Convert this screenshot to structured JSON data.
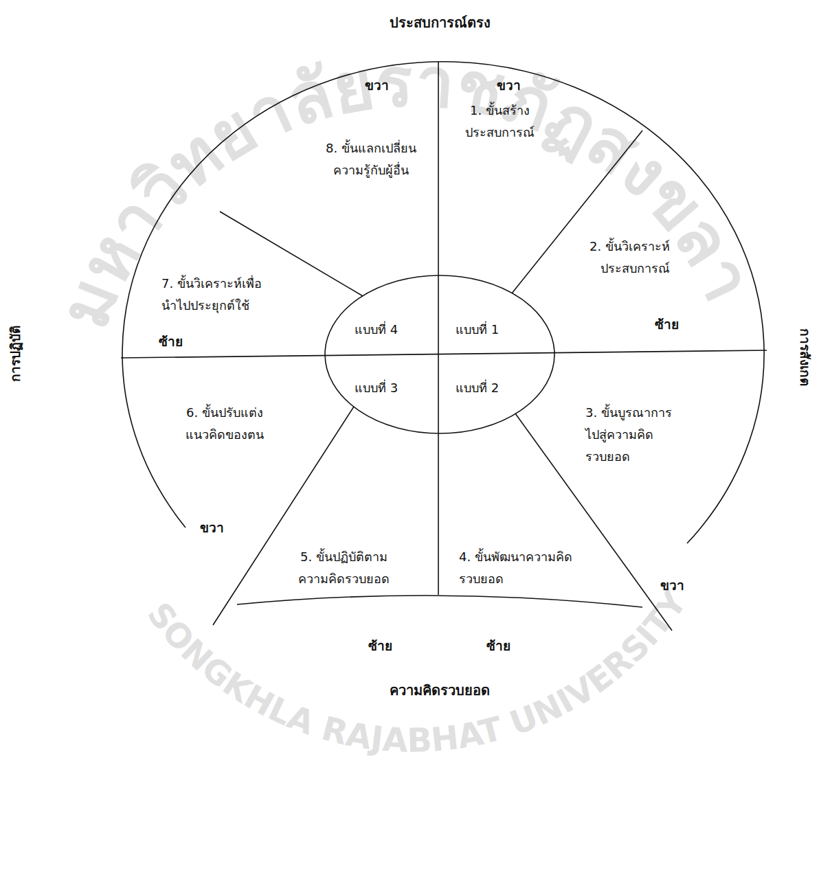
{
  "diagram": {
    "nodes": [
      {
        "text": [
          "แบบที่ 4",
          "แบบที่ 1",
          "แบบที่ 3",
          "แบบที่ 2"
        ]
      }
    ],
    "labels": [
      "ประสบการณ์ตรง",
      "ขวา",
      "ขวา",
      "8. ขั้นแลกเปลี่ยน ความรู้กับผู้อื่น",
      "1. ขั้นสร้าง ประสบการณ์",
      "2. ขั้นวิเคราะห์ ประสบการณ์",
      "7. ขั้นวิเคราะห์เพื่อ นำไปประยุกต์ใช้",
      "ซ้าย",
      "ซ้าย",
      "การปฏิบัติ",
      "การสังเกต",
      "6. ขั้นปรับแต่ง แนวคิดของตน",
      "3. ขั้นบูรณาการ ไปสู่ความคิด รวบยอด",
      "ขวา",
      "5. ขั้นปฏิบัติตาม ความคิดรวบยอด",
      "4. ขั้นพัฒนาความคิด รวบยอด",
      "ขวา",
      "ซ้าย",
      "ซ้าย",
      "ความคิดรวบยอด",
      "มหาวิทยาลัยราชภัฏสงขลา",
      "SONGKHLA RAJABHAT UNIVERSITY"
    ]
  }
}
